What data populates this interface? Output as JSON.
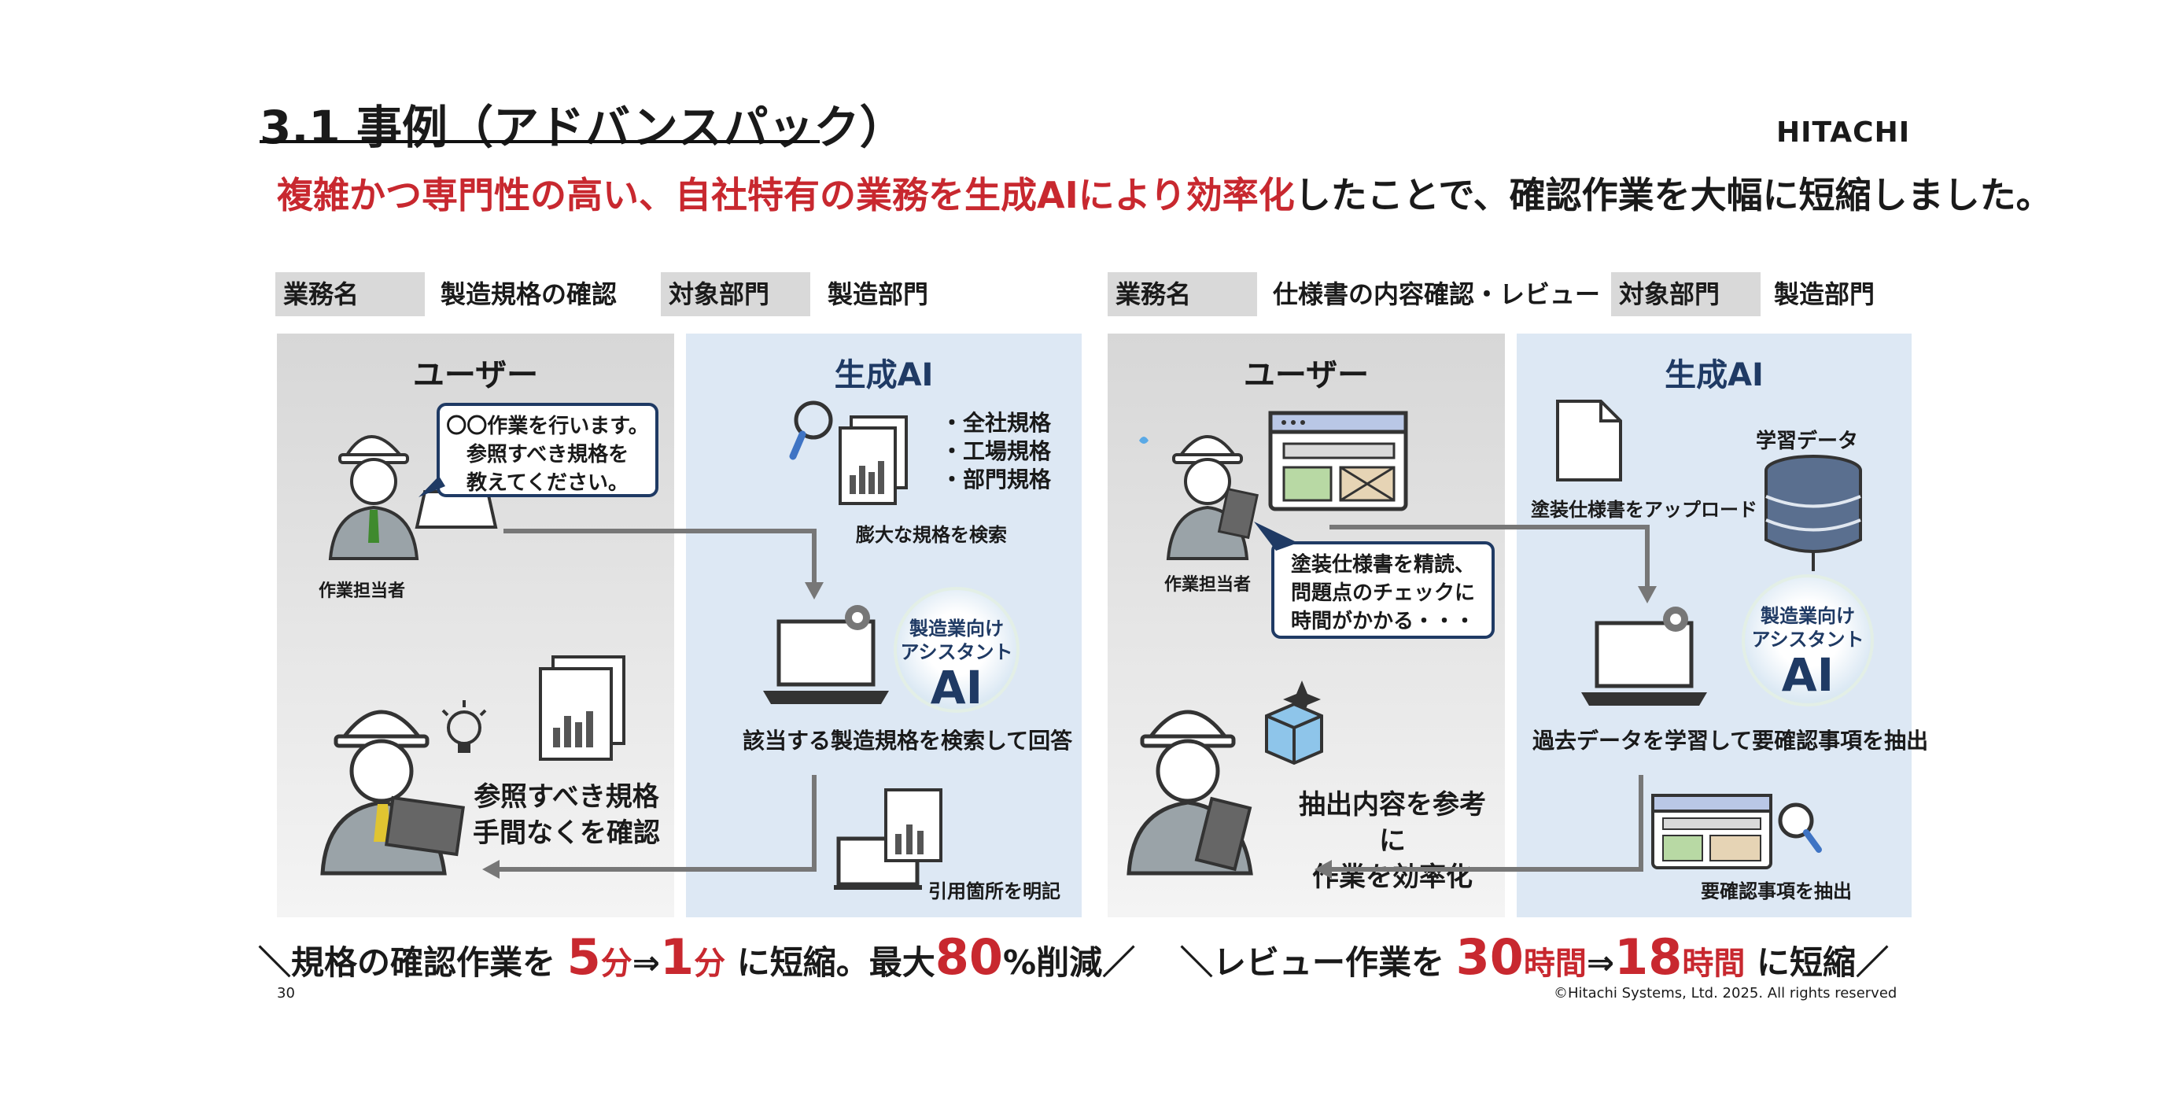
{
  "header": {
    "title": "3.1  事例（アドバンスパック）",
    "logo": "HITACHI",
    "headline_red": "複雑かつ専門性の高い、自社特有の業務を生成AIにより効率化",
    "headline_rest": "したことで、確認作業を大幅に短縮しました。"
  },
  "case1": {
    "task_label": "業務名",
    "task_value": "製造規格の確認",
    "dept_label": "対象部門",
    "dept_value": "製造部門",
    "user_head": "ユーザー",
    "ai_head": "生成AI",
    "bubble_lines": [
      "〇〇作業を行います。",
      "参照すべき規格を",
      "教えてください。"
    ],
    "worker_label": "作業担当者",
    "bullets": [
      "・全社規格",
      "・工場規格",
      "・部門規格"
    ],
    "search_caption": "膨大な規格を検索",
    "ai_badge_line1": "製造業向け",
    "ai_badge_line2": "アシスタント",
    "ai_badge_ai": "AI",
    "ai_caption": "該当する製造規格を検索して回答",
    "cite_caption": "引用箇所を明記",
    "user_result_lines": [
      "参照すべき規格",
      "手間なくを確認"
    ],
    "result_prefix": "＼規格の確認作業を",
    "result_from": "5",
    "result_from_unit": "分",
    "result_arrow": "⇒",
    "result_to": "1",
    "result_to_unit": "分",
    "result_mid": "に短縮。最大",
    "result_pct": "80",
    "result_suffix": "%削減／"
  },
  "case2": {
    "task_label": "業務名",
    "task_value": "仕様書の内容確認・レビュー",
    "dept_label": "対象部門",
    "dept_value": "製造部門",
    "user_head": "ユーザー",
    "ai_head": "生成AI",
    "upload_caption": "塗装仕様書をアップロード",
    "learn_caption": "学習データ",
    "worker_label": "作業担当者",
    "bubble_lines": [
      "塗装仕様書を精読、",
      "問題点のチェックに",
      "時間がかかる・・・"
    ],
    "ai_badge_line1": "製造業向け",
    "ai_badge_line2": "アシスタント",
    "ai_badge_ai": "AI",
    "ai_caption": "過去データを学習して要確認事項を抽出",
    "extract_caption": "要確認事項を抽出",
    "user_result_lines": [
      "抽出内容を参考に",
      "作業を効率化"
    ],
    "result_prefix": "＼レビュー作業を",
    "result_from": "30",
    "result_from_unit": "時間",
    "result_arrow": "⇒",
    "result_to": "18",
    "result_to_unit": "時間",
    "result_suffix": "に短縮／"
  },
  "footer": {
    "page": "30",
    "copyright": "©Hitachi Systems, Ltd. 2025. All rights reserved"
  },
  "colors": {
    "accent_red": "#c8282f",
    "navy": "#1f3a64",
    "ai_panel": "#dde8f4",
    "user_panel": "#e6e6e6"
  }
}
